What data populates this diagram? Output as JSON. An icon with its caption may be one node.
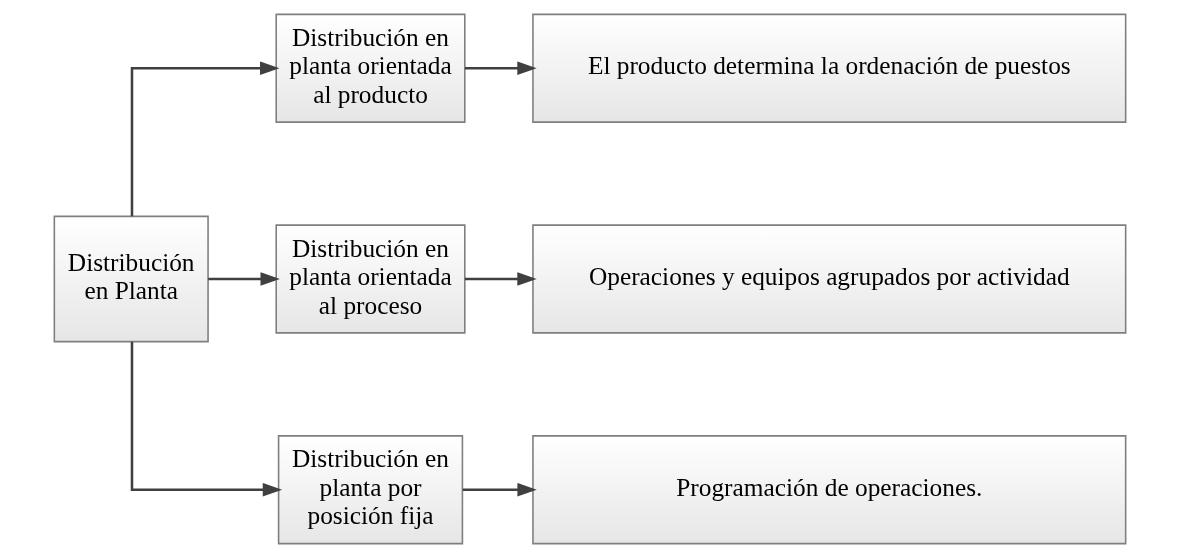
{
  "diagram": {
    "nodes": [
      {
        "text": [
          "Distribución en Planta"
        ]
      },
      {
        "text": [
          "Distribución en planta orientada al producto"
        ]
      },
      {
        "text": [
          "Distribución en planta orientada al proceso"
        ]
      },
      {
        "text": [
          "Distribución en planta por posición fija"
        ]
      },
      {
        "text": [
          "El producto determina la ordenación de puestos"
        ]
      },
      {
        "text": [
          "Operaciones y equipos agrupados por actividad"
        ]
      },
      {
        "text": [
          "Programación de operaciones."
        ]
      }
    ],
    "edges": [
      {
        "from": 0,
        "to": 1,
        "arrow": "to"
      },
      {
        "from": 0,
        "to": 2,
        "arrow": "to"
      },
      {
        "from": 0,
        "to": 3,
        "arrow": "to"
      },
      {
        "from": 1,
        "to": 4,
        "arrow": "to"
      },
      {
        "from": 2,
        "to": 5,
        "arrow": "to"
      },
      {
        "from": 3,
        "to": 6,
        "arrow": "to"
      }
    ]
  }
}
